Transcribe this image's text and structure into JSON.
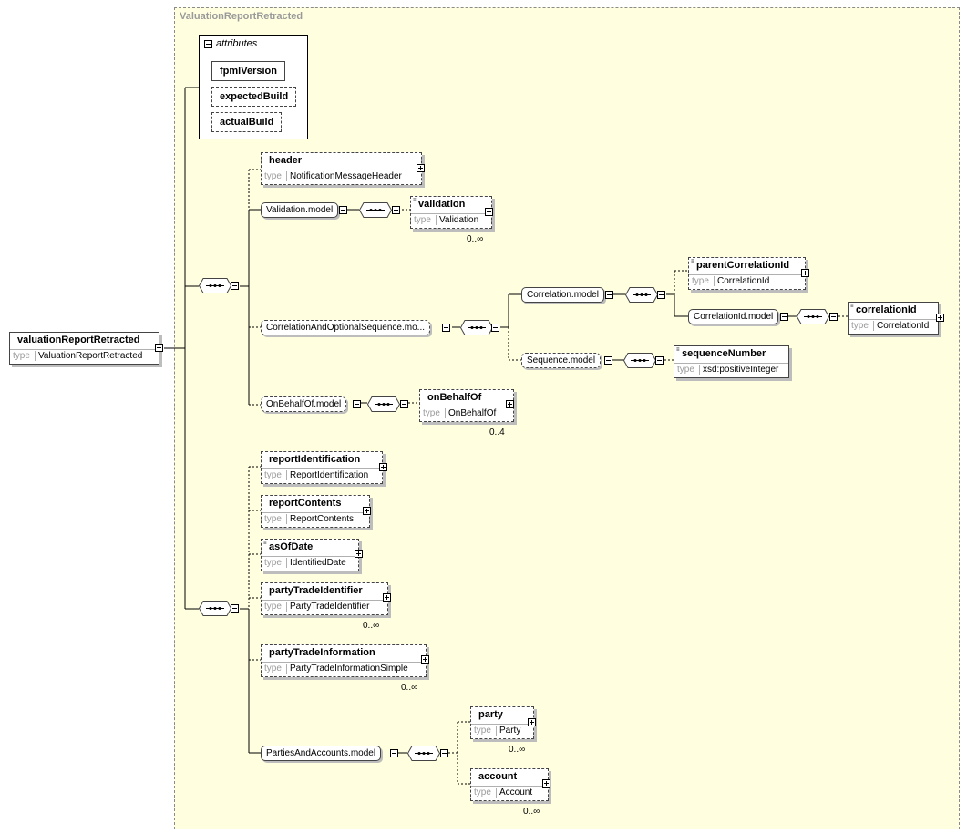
{
  "container": {
    "title": "ValuationReportRetracted"
  },
  "attributes": {
    "label": "attributes",
    "items": [
      "fpmlVersion",
      "expectedBuild",
      "actualBuild"
    ]
  },
  "root": {
    "name": "valuationReportRetracted",
    "type_key": "type",
    "type": "ValuationReportRetracted"
  },
  "elements": {
    "header": {
      "name": "header",
      "type": "NotificationMessageHeader"
    },
    "validation": {
      "name": "validation",
      "type": "Validation",
      "occurs": "0..∞"
    },
    "parentCorrelationId": {
      "name": "parentCorrelationId",
      "type": "CorrelationId"
    },
    "correlationId": {
      "name": "correlationId",
      "type": "CorrelationId"
    },
    "sequenceNumber": {
      "name": "sequenceNumber",
      "type": "xsd:positiveInteger"
    },
    "onBehalfOf": {
      "name": "onBehalfOf",
      "type": "OnBehalfOf",
      "occurs": "0..4"
    },
    "reportIdentification": {
      "name": "reportIdentification",
      "type": "ReportIdentification"
    },
    "reportContents": {
      "name": "reportContents",
      "type": "ReportContents"
    },
    "asOfDate": {
      "name": "asOfDate",
      "type": "IdentifiedDate"
    },
    "partyTradeIdentifier": {
      "name": "partyTradeIdentifier",
      "type": "PartyTradeIdentifier",
      "occurs": "0..∞"
    },
    "partyTradeInformation": {
      "name": "partyTradeInformation",
      "type": "PartyTradeInformationSimple",
      "occurs": "0..∞"
    },
    "party": {
      "name": "party",
      "type": "Party",
      "occurs": "0..∞"
    },
    "account": {
      "name": "account",
      "type": "Account",
      "occurs": "0..∞"
    }
  },
  "groups": {
    "validation_model": "Validation.model",
    "correlation_seq": "CorrelationAndOptionalSequence.mo...",
    "correlation_model": "Correlation.model",
    "correlationid_model": "CorrelationId.model",
    "sequence_model": "Sequence.model",
    "onbehalfof_model": "OnBehalfOf.model",
    "parties_model": "PartiesAndAccounts.model"
  },
  "type_key": "type"
}
